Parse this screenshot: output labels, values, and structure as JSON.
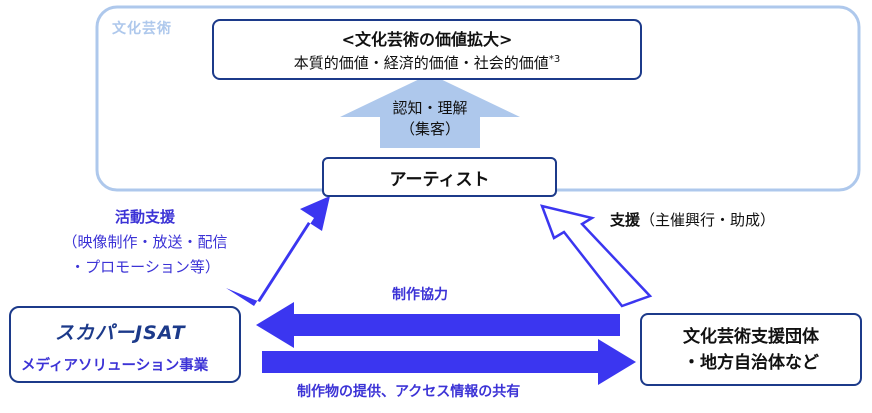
{
  "culture_group": {
    "label": "文化芸術",
    "title": "<文化芸術の価値拡大>",
    "subtitle": "本質的価値・経済的価値・社会的価値",
    "superscript": "*3"
  },
  "recognition": {
    "line1": "認知・理解",
    "line2": "（集客）"
  },
  "artist": {
    "label": "アーティスト"
  },
  "activity_support": {
    "title": "活動支援",
    "line1": "（映像制作・放送・配信",
    "line2": "・プロモーション等）"
  },
  "support": {
    "title": "支援",
    "detail": "（主催興行・助成）"
  },
  "production_cooperation": {
    "label": "制作協力"
  },
  "provision": {
    "label": "制作物の提供、アクセス情報の共有"
  },
  "skyperfect": {
    "logo_text": "スカパーJSAT",
    "division": "メディアソリューション事業"
  },
  "organizations": {
    "line1": "文化芸術支援団体",
    "line2": "・地方自治体など"
  },
  "colors": {
    "accent_blue": "#3b36f0",
    "light_blue": "#aec8ec",
    "navy": "#1c3a8a",
    "text": "#111111",
    "purple_text": "#3c33d6"
  }
}
